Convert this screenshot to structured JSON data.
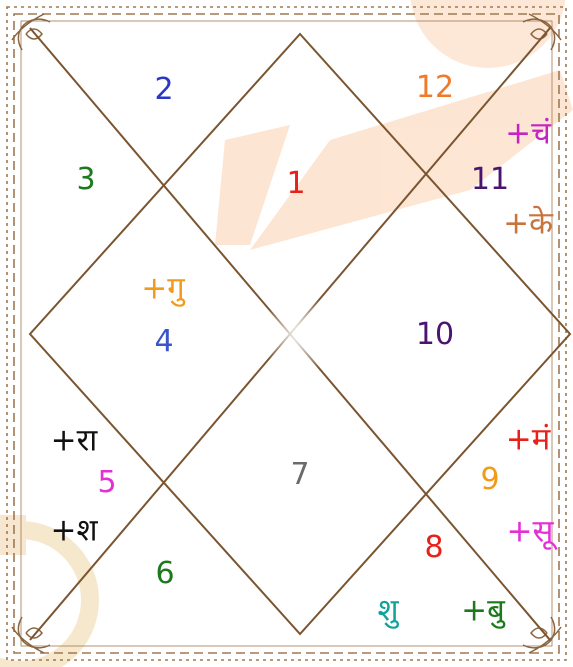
{
  "chart_title": "",
  "houses": [
    {
      "number": "1",
      "color": "#e8201a",
      "planets": []
    },
    {
      "number": "2",
      "color": "#2b35c9",
      "planets": []
    },
    {
      "number": "3",
      "color": "#1c7a1c",
      "planets": []
    },
    {
      "number": "4",
      "color": "#3a55c8",
      "planets": [
        {
          "label": "+गु",
          "color": "#f29a1c"
        }
      ]
    },
    {
      "number": "5",
      "color": "#e62ed6",
      "planets": [
        {
          "label": "+रा",
          "color": "#111111"
        },
        {
          "label": "+श",
          "color": "#111111"
        }
      ]
    },
    {
      "number": "6",
      "color": "#1c7a1c",
      "planets": []
    },
    {
      "number": "7",
      "color": "#6b6b6b",
      "planets": []
    },
    {
      "number": "8",
      "color": "#e8201a",
      "planets": [
        {
          "label": "शु",
          "color": "#0fa39a"
        },
        {
          "label": "+बु",
          "color": "#1c7a1c"
        }
      ]
    },
    {
      "number": "9",
      "color": "#f29a1c",
      "planets": [
        {
          "label": "+मं",
          "color": "#e8201a"
        },
        {
          "label": "+सू",
          "color": "#e62ed6"
        }
      ]
    },
    {
      "number": "10",
      "color": "#4b1470",
      "planets": []
    },
    {
      "number": "11",
      "color": "#4b1470",
      "planets": [
        {
          "label": "+चं",
          "color": "#c424c4"
        },
        {
          "label": "+के",
          "color": "#c8743c"
        }
      ]
    },
    {
      "number": "12",
      "color": "#f07a28",
      "planets": []
    }
  ],
  "style": {
    "line_color": "#7a5530",
    "border_color": "#a07850",
    "watermark_color": "#fde3cf"
  }
}
